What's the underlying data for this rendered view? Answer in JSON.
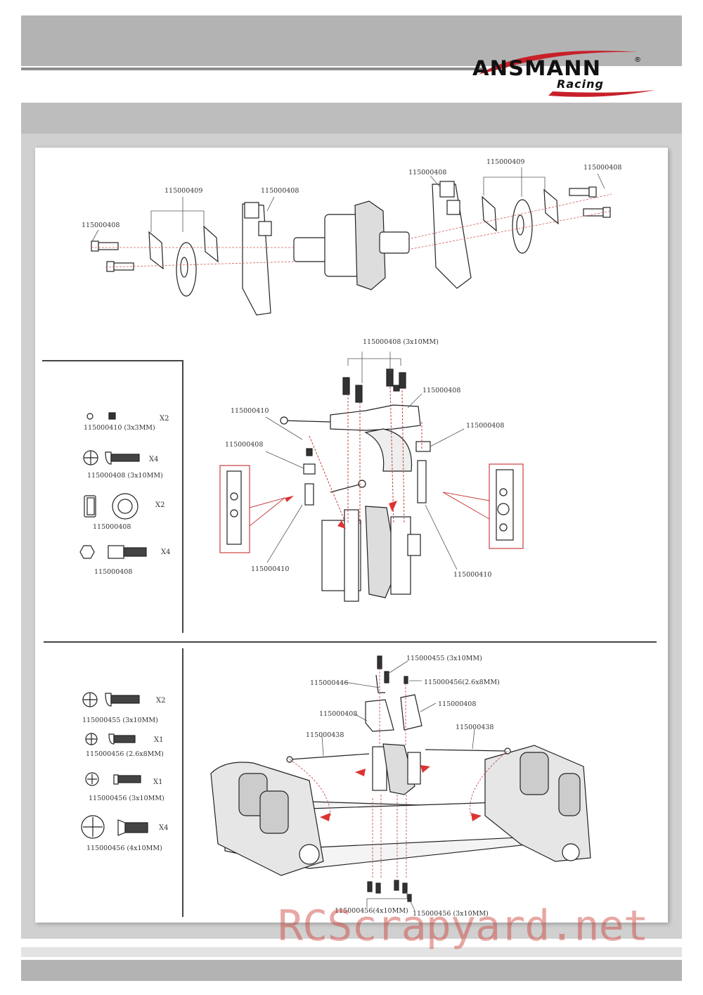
{
  "brand": {
    "name": "ANSMANN",
    "reg": "®",
    "sub": "Racing"
  },
  "watermark": "RCScrapyard.net",
  "step1": {
    "labels": [
      "115000409",
      "115000408",
      "115000408",
      "115000408",
      "115000409",
      "115000408"
    ]
  },
  "step2": {
    "parts": [
      {
        "label": "115000410 (3x3MM)",
        "qty": "X2"
      },
      {
        "label": "115000408 (3x10MM)",
        "qty": "X4"
      },
      {
        "label": "115000408",
        "qty": "X2"
      },
      {
        "label": "115000408",
        "qty": "X4"
      }
    ],
    "callouts": [
      "115000408 (3x10MM)",
      "115000408",
      "115000410",
      "115000408",
      "115000408",
      "115000410",
      "115000410"
    ]
  },
  "step3": {
    "parts": [
      {
        "label": "115000455 (3x10MM)",
        "qty": "X2"
      },
      {
        "label": "115000456 (2.6x8MM)",
        "qty": "X1"
      },
      {
        "label": "115000456 (3x10MM)",
        "qty": "X1"
      },
      {
        "label": "115000456 (4x10MM)",
        "qty": "X4"
      }
    ],
    "callouts": [
      "115000455 (3x10MM)",
      "115000446",
      "115000456(2.6x8MM)",
      "115000408",
      "115000408",
      "115000438",
      "115000438",
      "115000456(4x10MM)",
      "115000456 (3x10MM)"
    ]
  }
}
